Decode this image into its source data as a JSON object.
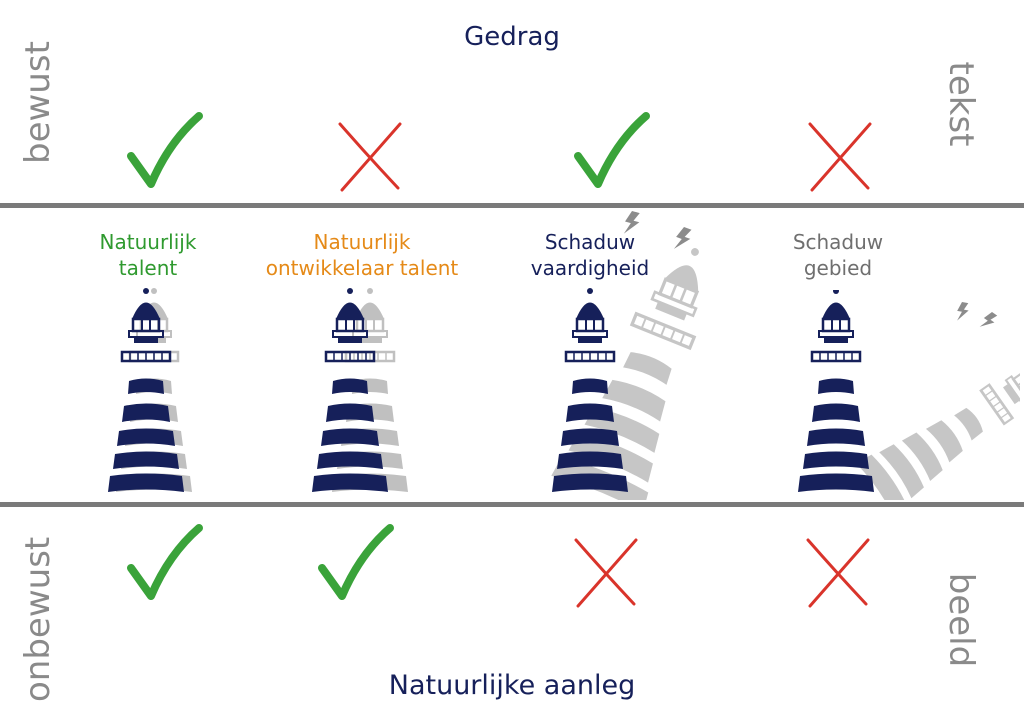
{
  "top_title": "Gedrag",
  "bottom_title": "Natuurlijke aanleg",
  "left_top_label": "bewust",
  "left_bottom_label": "onbewust",
  "right_top_label": "tekst",
  "right_bottom_label": "beeld",
  "colors": {
    "navy": "#16205a",
    "check_green": "#3aa33a",
    "cross_red": "#d9342b",
    "shadow_gray": "#b5b5b5",
    "divider_gray": "#7a7a7a"
  },
  "columns": [
    {
      "label_line1": "Natuurlijk",
      "label_line2": "talent",
      "label_color": "#2f9a2f",
      "top_mark": "check",
      "bottom_mark": "check",
      "shadow": "behind"
    },
    {
      "label_line1": "Natuurlijk",
      "label_line2": "ontwikkelaar talent",
      "label_color": "#e58a18",
      "top_mark": "cross",
      "bottom_mark": "check",
      "shadow": "offset"
    },
    {
      "label_line1": "Schaduw",
      "label_line2": "vaardigheid",
      "label_color": "#16205a",
      "top_mark": "check",
      "bottom_mark": "cross",
      "shadow": "tilted"
    },
    {
      "label_line1": "Schaduw",
      "label_line2": "gebied",
      "label_color": "#6f6f6f",
      "top_mark": "cross",
      "bottom_mark": "cross",
      "shadow": "long"
    }
  ]
}
